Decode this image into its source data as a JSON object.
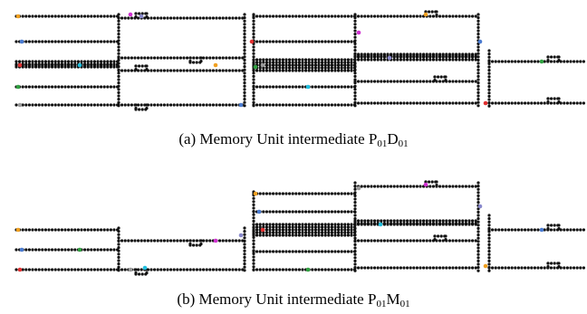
{
  "figures": [
    {
      "label": "(a) Memory Unit intermediate ",
      "sym1": "P",
      "sub1": "01",
      "sym2": "D",
      "sub2": "01"
    },
    {
      "label": "(b) Memory Unit intermediate ",
      "sym1": "P",
      "sub1": "01",
      "sym2": "M",
      "sub2": "01"
    }
  ],
  "colors": {
    "wire": "#111111",
    "dots": [
      "#f0a020",
      "#4a7bd0",
      "#e03030",
      "#30a040",
      "#9a9a9a",
      "#20c0e0",
      "#d030d0",
      "#8888cc"
    ]
  }
}
